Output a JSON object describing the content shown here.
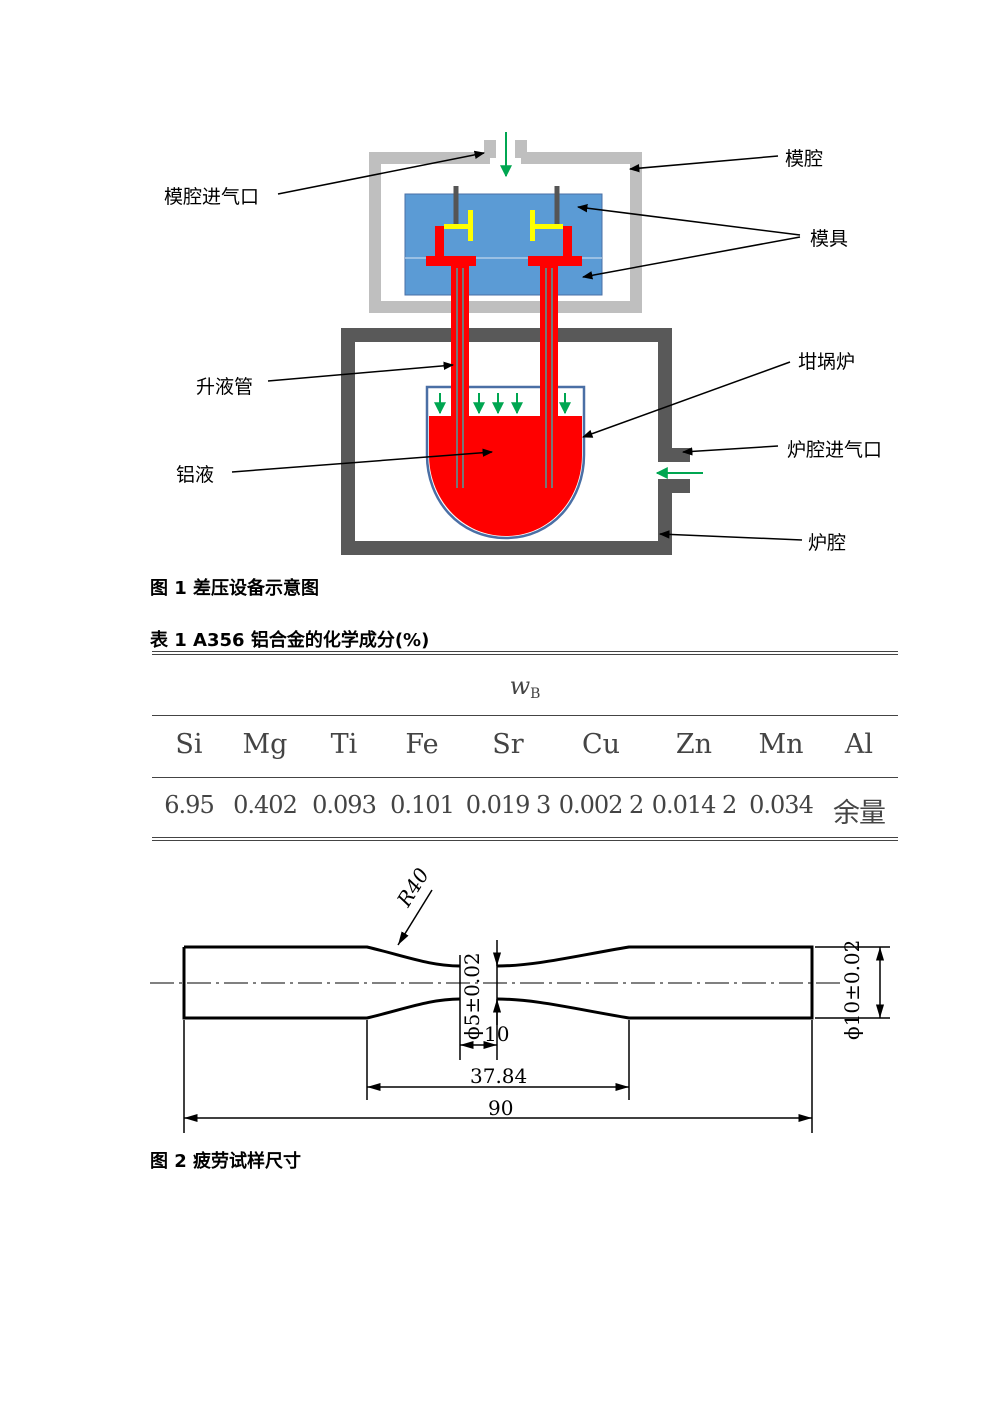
{
  "figure1": {
    "labels": {
      "mold_cavity": "模腔",
      "mold_gas_inlet": "模腔进气口",
      "mold": "模具",
      "riser_tube": "升液管",
      "crucible_furnace": "坩埚炉",
      "furnace_gas_inlet": "炉腔进气口",
      "aluminum_melt": "铝液",
      "furnace_chamber": "炉腔"
    },
    "caption": "图 1  差压设备示意图",
    "colors": {
      "chamber": "#bfbfbf",
      "furnace": "#595959",
      "mold": "#5b9bd5",
      "melt": "#ff0000",
      "crucible_edge": "#4a6fa5",
      "pin": "#ffff00",
      "gas_arrow": "#00a651"
    }
  },
  "table1": {
    "title": "表 1 A356 铝合金的化学成分(%)",
    "group_header": "w",
    "group_header_sub": "B",
    "columns": [
      "Si",
      "Mg",
      "Ti",
      "Fe",
      "Sr",
      "Cu",
      "Zn",
      "Mn",
      "Al"
    ],
    "values": [
      "6.95",
      "0.402",
      "0.093",
      "0.101",
      "0.019 3",
      "0.002 2",
      "0.014 2",
      "0.034",
      "余量"
    ]
  },
  "figure2": {
    "dims": {
      "radius": "R40",
      "gauge_diameter": "ϕ5±0.02",
      "grip_diameter": "ϕ10±0.02",
      "gauge_length": "10",
      "reduced_length": "37.84",
      "total_length": "90"
    },
    "caption": "图 2  疲劳试样尺寸"
  }
}
